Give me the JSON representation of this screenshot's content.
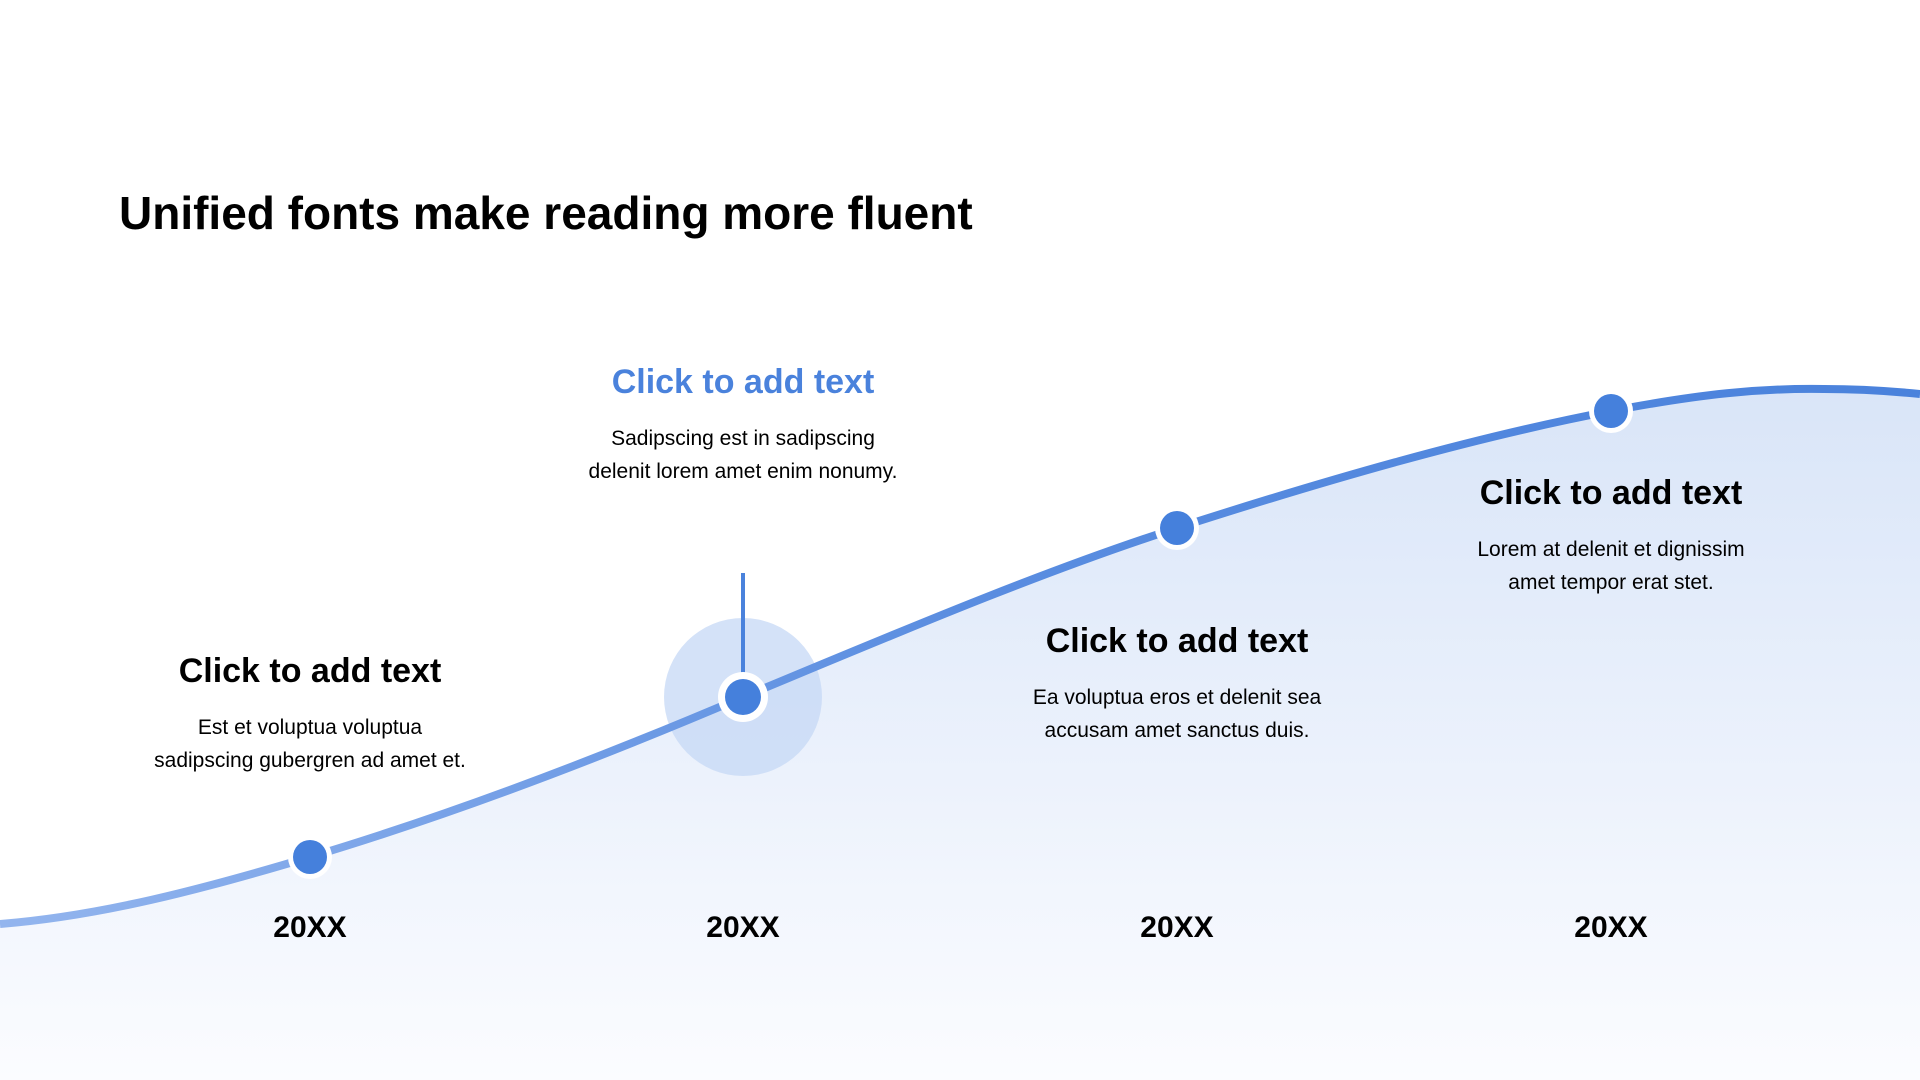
{
  "title": "Unified fonts make reading more fluent",
  "accent_color": "#4a82dc",
  "milestones": [
    {
      "year": "20XX",
      "heading": "Click to add text",
      "line1": "Est et voluptua voluptua",
      "line2": "sadipscing gubergren ad amet et."
    },
    {
      "year": "20XX",
      "heading": "Click to add text",
      "line1": "Sadipscing est in sadipscing",
      "line2": "delenit lorem amet enim nonumy.",
      "highlighted": true
    },
    {
      "year": "20XX",
      "heading": "Click to add text",
      "line1": "Ea voluptua eros et delenit sea",
      "line2": "accusam amet sanctus duis."
    },
    {
      "year": "20XX",
      "heading": "Click to add text",
      "line1": "Lorem at delenit et dignissim",
      "line2": "amet tempor erat stet."
    }
  ]
}
